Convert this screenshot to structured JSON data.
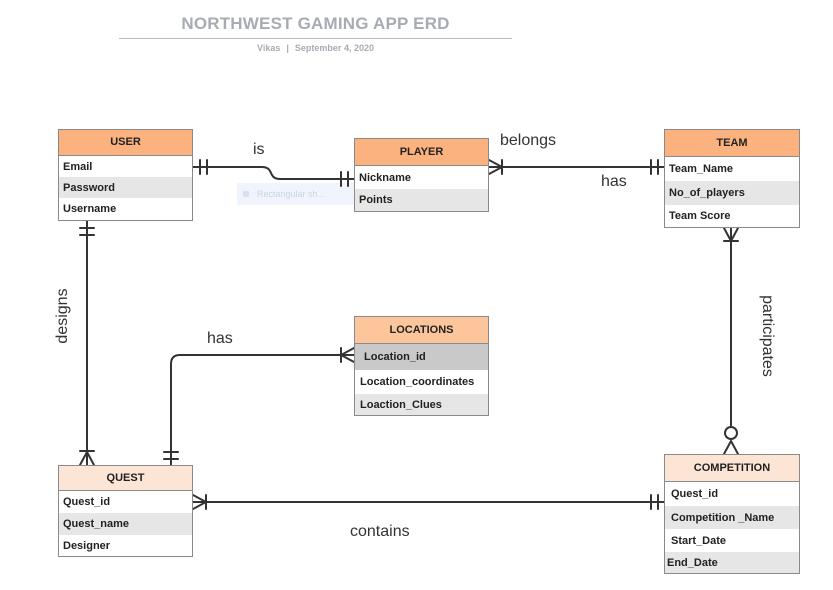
{
  "header": {
    "title": "NORTHWEST GAMING APP ERD",
    "author": "Vikas",
    "separator": "|",
    "date": "September 4, 2020"
  },
  "ghost_label": "Rectangular sh...",
  "entities": {
    "user": {
      "name": "USER",
      "fields": [
        "Email",
        "Password",
        "Username"
      ]
    },
    "player": {
      "name": "PLAYER",
      "fields": [
        "Nickname",
        "Points"
      ]
    },
    "team": {
      "name": "TEAM",
      "fields": [
        "Team_Name",
        "No_of_players",
        "Team Score"
      ]
    },
    "locations": {
      "name": "LOCATIONS",
      "fields": [
        "Location_id",
        "Location_coordinates",
        "Loaction_Clues"
      ]
    },
    "quest": {
      "name": "QUEST",
      "fields": [
        "Quest_id",
        "Quest_name",
        "Designer"
      ]
    },
    "competition": {
      "name": "COMPETITION",
      "fields": [
        "Quest_id",
        "Competition _Name",
        "Start_Date",
        "End_Date"
      ]
    }
  },
  "relationships": {
    "user_player": "is",
    "player_team_top": "belongs",
    "player_team_bottom": "has",
    "user_quest": "designs",
    "quest_locations": "has",
    "team_competition": "participates",
    "quest_competition": "contains"
  },
  "colors": {
    "header_orange": "#fbb27e",
    "header_peach": "#fde5d6",
    "row_shade": "#e6e6e6",
    "line": "#333333"
  }
}
